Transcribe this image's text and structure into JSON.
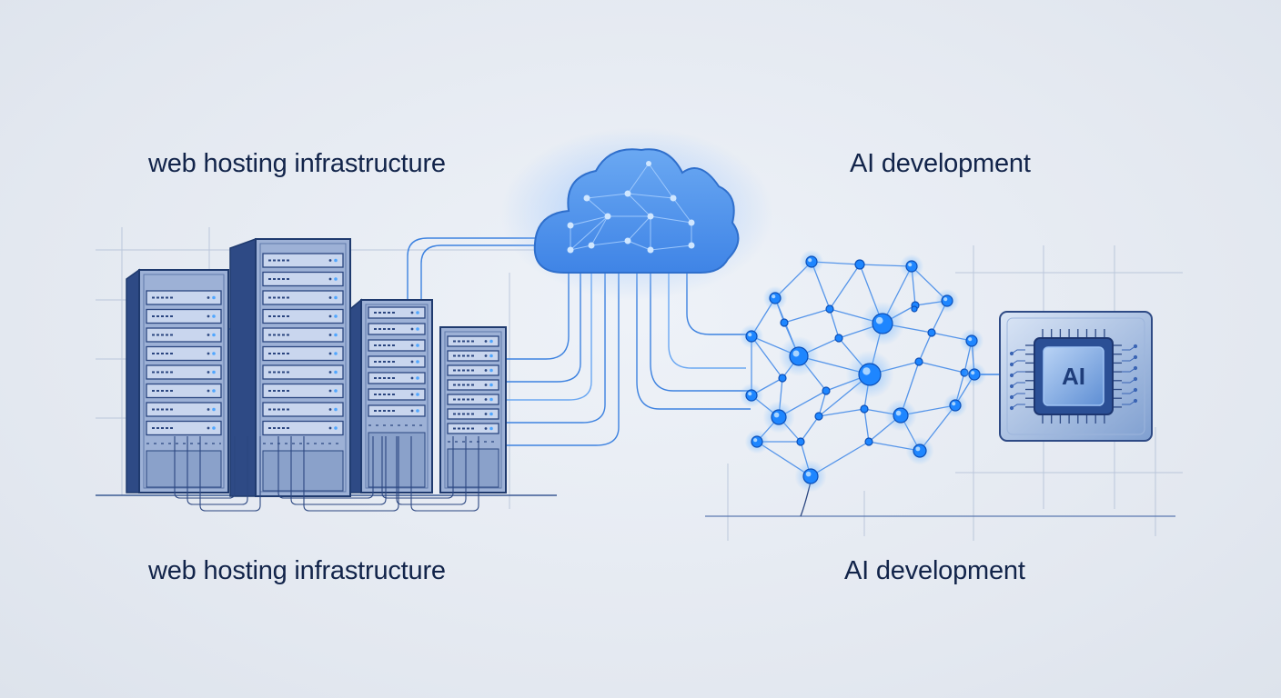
{
  "labels": {
    "web_top": "web hosting infrastructure",
    "ai_top": "AI development",
    "web_bottom": "web hosting infrastructure",
    "ai_bottom": "AI development"
  },
  "chip": {
    "text": "AI"
  },
  "colors": {
    "background": "#e4e9f1",
    "navy": "#1f3a6e",
    "server_fill": "#8fa6cf",
    "server_dark": "#2e4a85",
    "cloud": "#4f92ea",
    "node": "#1e86ff",
    "line": "#3d82e0",
    "text": "#12244a"
  },
  "icons": [
    "server-rack-icon",
    "cloud-icon",
    "neural-network-icon",
    "ai-chip-icon"
  ]
}
